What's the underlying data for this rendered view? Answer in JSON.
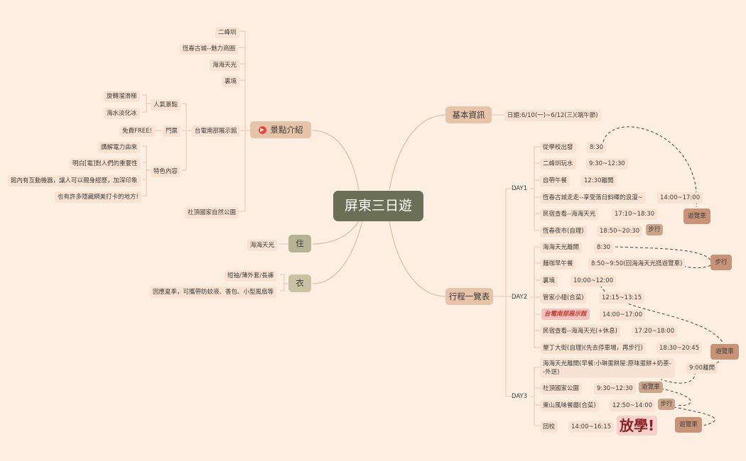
{
  "root": "屏東三日遊",
  "branches": {
    "basic": {
      "label": "基本資訊",
      "date": "日期:6/10(一)~6/12(三)(端午節)"
    },
    "itinerary": {
      "label": "行程一覽表",
      "day1": {
        "label": "DAY1",
        "items": [
          {
            "text": "從學校出發",
            "time": "8:30"
          },
          {
            "text": "二峰圳玩水",
            "time": "9:30~12:30"
          },
          {
            "text": "自帶午餐",
            "time": "12:30離開"
          },
          {
            "text": "恆春古城走走--享受落日斜暉的浪漫~",
            "time": "14:00~17:00"
          },
          {
            "text": "民宿查看--海海天光",
            "time": "17:10~18:30"
          },
          {
            "text": "恆春夜市(自理)",
            "time": "18:50~20:30",
            "tag": "步行"
          }
        ],
        "bus": "遊覽車"
      },
      "day2": {
        "label": "DAY2",
        "items": [
          {
            "text": "海海天光離開",
            "time": "8:30"
          },
          {
            "text": "麵咖早午餐",
            "time": "8:50~9:50(回海海天光搭遊覽車)"
          },
          {
            "text": "裏境",
            "time": "10:00~12:00"
          },
          {
            "text": "管家小棧(合菜)",
            "time": "12:15~13:15"
          },
          {
            "text": "台電南部展示館",
            "time": "14:00~17:00"
          },
          {
            "text": "民宿查看--海海天光(+休息)",
            "time": "17:20~18:00"
          },
          {
            "text": "墾丁大街(自理)(先去停車場，再步行)",
            "time": "18:30~20:45"
          }
        ],
        "walk": "步行",
        "bus": "遊覽車"
      },
      "day3": {
        "label": "DAY3",
        "items": [
          {
            "text": "海海天光離開(早餐:小琳蛋餅屋:原味蛋餅+奶茶--外送)",
            "time": "9:00離開"
          },
          {
            "text": "社頂國家公園",
            "time": "9:30~12:30",
            "tag": "遊覽車"
          },
          {
            "text": "東山風味餐廳(合菜)",
            "time": "12:50~14:00",
            "tag": "步行"
          },
          {
            "text": "回校",
            "time": "14:00~16:15"
          }
        ],
        "finale": "放學!",
        "bus": "遊覽車"
      }
    },
    "spots": {
      "label": "景點介紹",
      "items": [
        "二峰圳",
        "恆春古城--魅力商圈",
        "海海天光",
        "裏境"
      ],
      "museum": {
        "label": "台電南部展示館",
        "popular": {
          "label": "人氣景點",
          "items": [
            "旋轉溜滑梯",
            "海水淡化冰"
          ]
        },
        "ticket": {
          "label": "門票",
          "items": [
            "免費FREE!"
          ]
        },
        "features": {
          "label": "特色內容",
          "items": [
            "講解電力由來",
            "明白[電]對人們的重要性",
            "館內有互動機器，讓人可以親身經歷，加深印象",
            "也有許多隱藏網美打卡的地方!"
          ]
        }
      },
      "park": "社頂國家自然公園"
    },
    "stay": {
      "label": "住",
      "items": [
        "海海天光"
      ]
    },
    "wear": {
      "label": "衣",
      "items": [
        "短袖/薄外套/長褲",
        "因應夏季，可攜帶防蚊液、香包、小型風扇等"
      ]
    }
  },
  "colors": {
    "background": "#fdeee2",
    "root": "#6b6f55",
    "warm": "#e7c3a9",
    "line": "#d8b9a0"
  }
}
